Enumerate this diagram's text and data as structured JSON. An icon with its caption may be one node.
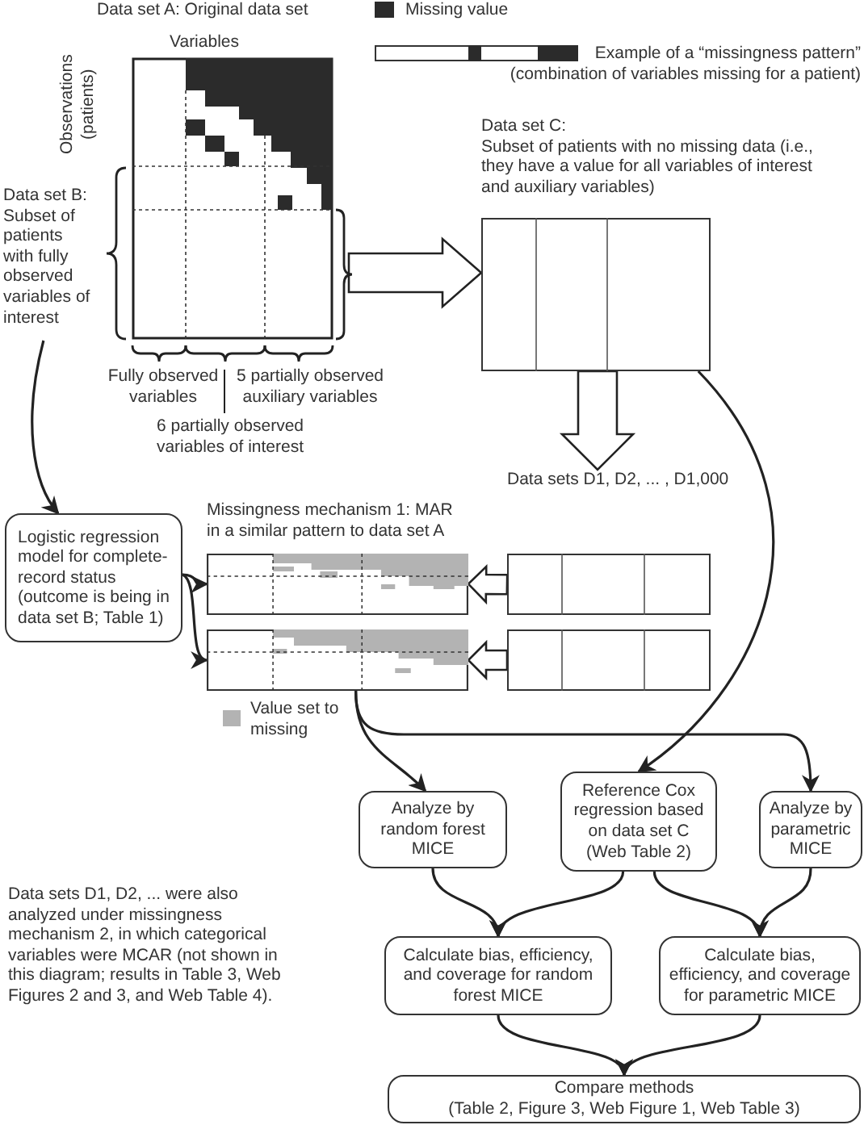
{
  "diagram": {
    "nodes": [
      {
        "text": [
          "Data set A: Original data set"
        ]
      },
      {
        "text": [
          "Data set C:",
          "Subset of patients with no missing data (i.e., they have a value for all variables of interest and auxiliary variables)"
        ]
      },
      {
        "text": [
          "Data sets D1, D2, ... , D1,000"
        ]
      },
      {
        "text": [],
        "shape": "box"
      },
      {
        "text": [
          "Logistic regression model for complete-record status (outcome is being in data set B; Table 1)"
        ]
      },
      {
        "text": [
          "Missingness mechanism 1: MAR in a similar pattern to data set A"
        ]
      },
      {
        "text": [],
        "shape": "box"
      },
      {
        "text": [
          "Analyze by random forest MICE"
        ]
      },
      {
        "text": [
          "Reference Cox regression based on data set C (Web Table 2)"
        ]
      },
      {
        "text": [
          "Analyze by parametric MICE"
        ]
      },
      {
        "text": [
          "Calculate bias, efficiency, and coverage for random forest MICE"
        ]
      },
      {
        "text": [
          "Calculate bias, efficiency, and coverage for parametric MICE"
        ]
      },
      {
        "text": [
          "Compare methods",
          "(Table 2, Figure 3, Web Figure 1, Web Table 3)"
        ]
      },
      {
        "text": [
          "Data set B:",
          "Subset of patients with fully observed variables of interest"
        ]
      }
    ],
    "edges": [
      {
        "from": 0,
        "to": 1,
        "arrow": "to"
      },
      {
        "from": 1,
        "to": 2,
        "arrow": "to"
      },
      {
        "from": 13,
        "to": 4,
        "arrow": "to"
      },
      {
        "from": 2,
        "to": 5,
        "arrow": "to"
      },
      {
        "from": 6,
        "to": 3,
        "arrow": "to"
      },
      {
        "from": 4,
        "to": 5,
        "arrow": "to"
      },
      {
        "from": 4,
        "to": 3,
        "arrow": "to"
      },
      {
        "from": 1,
        "to": 8,
        "arrow": "to"
      },
      {
        "from": 3,
        "to": 7,
        "arrow": "to"
      },
      {
        "from": 3,
        "to": 9,
        "arrow": "to"
      },
      {
        "from": 7,
        "to": 10,
        "arrow": "to"
      },
      {
        "from": 8,
        "to": 10,
        "arrow": "to"
      },
      {
        "from": 8,
        "to": 11,
        "arrow": "to"
      },
      {
        "from": 9,
        "to": 11,
        "arrow": "to"
      },
      {
        "from": 10,
        "to": 12,
        "arrow": "to"
      },
      {
        "from": 11,
        "to": 12,
        "arrow": "to"
      }
    ],
    "labels": [
      "Variables",
      "Observations (patients)",
      "Example of a “missingness pattern” (combination of variables missing for a patient)",
      "Fully observed variables",
      "5 partially observed auxiliary variables",
      "6 partially observed variables of interest",
      "Data sets D1, D2, ... were also analyzed under missingness mechanism 2, in which categorical variables were MCAR (not shown in this diagram; results in Table 3, Web Figures 2 and 3, and Web Table 4)."
    ],
    "legend": [
      {
        "text": "Missing value",
        "color": "#2b2b2b"
      },
      {
        "text": "Value set to missing",
        "color": "#b3b3b3"
      }
    ]
  }
}
